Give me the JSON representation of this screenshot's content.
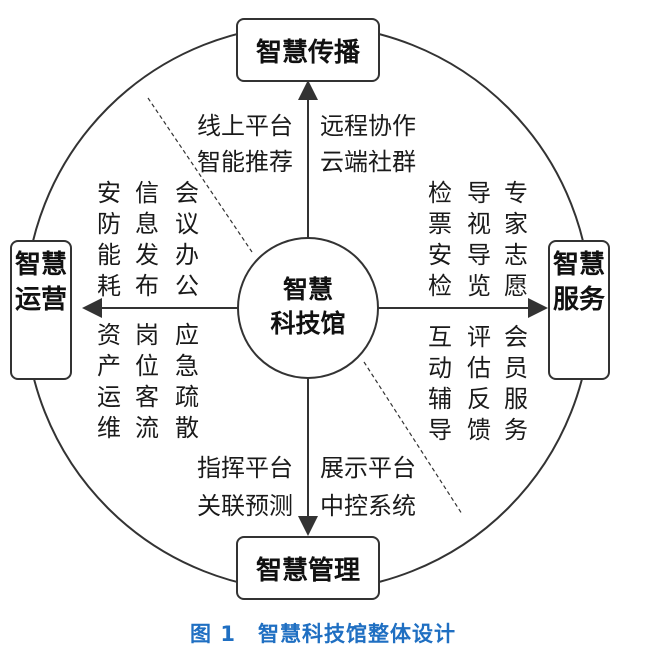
{
  "center": {
    "line1": "智慧",
    "line2": "科技馆"
  },
  "boxes": {
    "top": "智慧传播",
    "bottom": "智慧管理",
    "left": "智慧运营",
    "right": "智慧服务"
  },
  "top_section": {
    "left_lines": [
      "线上平台",
      "智能推荐"
    ],
    "right_lines": [
      "远程协作",
      "云端社群"
    ]
  },
  "bottom_section": {
    "left_lines": [
      "指挥平台",
      "关联预测"
    ],
    "right_lines": [
      "展示平台",
      "中控系统"
    ]
  },
  "left_section": {
    "upper_columns": [
      "安防能耗",
      "信息发布",
      "会议办公"
    ],
    "lower_columns": [
      "资产运维",
      "岗位客流",
      "应急疏散"
    ]
  },
  "right_section": {
    "upper_columns": [
      "检票安检",
      "导视导览",
      "专家志愿"
    ],
    "lower_columns": [
      "互动辅导",
      "评估反馈",
      "会员服务"
    ]
  },
  "caption": "图 1　智慧科技馆整体设计",
  "colors": {
    "caption": "#1f6fc2",
    "lines": "#333333"
  }
}
